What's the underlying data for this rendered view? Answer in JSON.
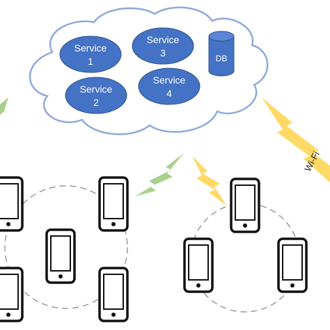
{
  "colors": {
    "service_fill": "#4472c4",
    "cloud_fill": "#ffffff",
    "cloud_stroke": "#8eaadb",
    "bolt_yellow": "#ffd966",
    "bolt_green": "#a9d18e",
    "phone_stroke": "#111111",
    "circle_stroke": "#999999"
  },
  "cloud": {
    "services": [
      {
        "line1": "Service",
        "line2": "1"
      },
      {
        "line1": "Service",
        "line2": "3"
      },
      {
        "line1": "Service",
        "line2": "2"
      },
      {
        "line1": "Service",
        "line2": "4"
      }
    ],
    "db_label": "DB"
  },
  "links": {
    "wifi_label": "Wi-Fi"
  },
  "icons": [
    "cloud-icon",
    "database-icon",
    "smartphone-icon",
    "lightning-bolt-icon"
  ]
}
